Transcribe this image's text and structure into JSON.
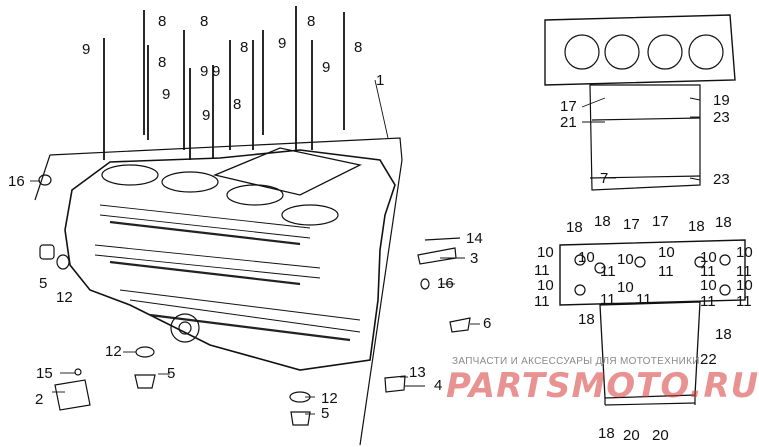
{
  "diagram": {
    "colors": {
      "line": "#111111",
      "watermark_red": "#d63a3a",
      "watermark_gray": "#8a8a8a"
    },
    "callouts": {
      "c1": "1",
      "c2": "2",
      "c3": "3",
      "c4": "4",
      "c5": "5",
      "c6": "6",
      "c7": "7",
      "c8": "8",
      "c9": "9",
      "c10": "10",
      "c11": "11",
      "c12": "12",
      "c13": "13",
      "c14": "14",
      "c15": "15",
      "c16": "16",
      "c17": "17",
      "c18": "18",
      "c19": "19",
      "c20": "20",
      "c21": "21",
      "c22": "22",
      "c23": "23"
    },
    "watermark": {
      "top_text": "ЗАПЧАСТИ И АКСЕССУАРЫ ДЛЯ МОТОТЕХНИКИ",
      "brand": "PARTSMOTO.RU"
    }
  }
}
